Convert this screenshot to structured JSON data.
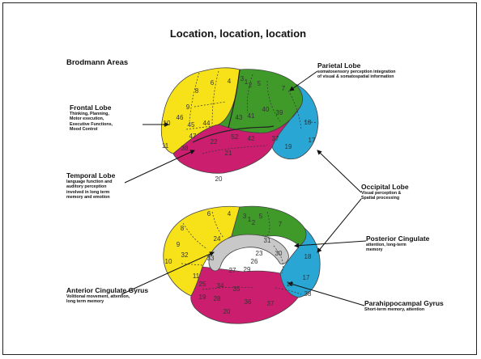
{
  "title": "Location, location, location",
  "figure_title": "Brodmann Areas",
  "labels": {
    "parietal": {
      "heading": "Parietal Lobe",
      "desc": "somatosensory perception integration\nof visual & somatospatial information"
    },
    "frontal": {
      "heading": "Frontal Lobe",
      "desc": "Thinking, Planning,\nMotor execution,\nExecutive Functions,\nMood Control"
    },
    "temporal": {
      "heading": "Temporal Lobe",
      "desc": "language function and\nauditory perception\ninvolved in long term\nmemory and emotion"
    },
    "occipital": {
      "heading": "Occipital Lobe",
      "desc": "Visual perception &\nSpatial processing"
    },
    "posterior_cingulate": {
      "heading": "Posterior Cingulate",
      "desc": "attention, long-term\nmemory"
    },
    "anterior_cingulate": {
      "heading": "Anterior Cingulate Gyrus",
      "desc": "Volitional movement, attention,\nlong term memory"
    },
    "parahippocampal": {
      "heading": "Parahippocampal Gyrus",
      "desc": "Short-term memory, attention"
    }
  },
  "lateral_areas": [
    "8",
    "6",
    "4",
    "3",
    "1",
    "2",
    "5",
    "7",
    "9",
    "46",
    "10",
    "45",
    "44",
    "43",
    "41",
    "40",
    "39",
    "47",
    "52",
    "42",
    "22",
    "21",
    "38",
    "19",
    "18",
    "17",
    "37",
    "20",
    "11"
  ],
  "medial_areas": [
    "8",
    "6",
    "4",
    "3",
    "1",
    "2",
    "5",
    "7",
    "9",
    "24",
    "31",
    "23",
    "10",
    "32",
    "33",
    "27",
    "26",
    "29",
    "30",
    "19",
    "18",
    "17",
    "11",
    "25",
    "34",
    "35",
    "28",
    "36",
    "37",
    "19",
    "38",
    "20"
  ],
  "colors": {
    "frontal": "#f7e21a",
    "parietal": "#3f9a2a",
    "temporal": "#cc1e6e",
    "occipital": "#2aa6d4",
    "callosum": "#c8c8c8"
  }
}
